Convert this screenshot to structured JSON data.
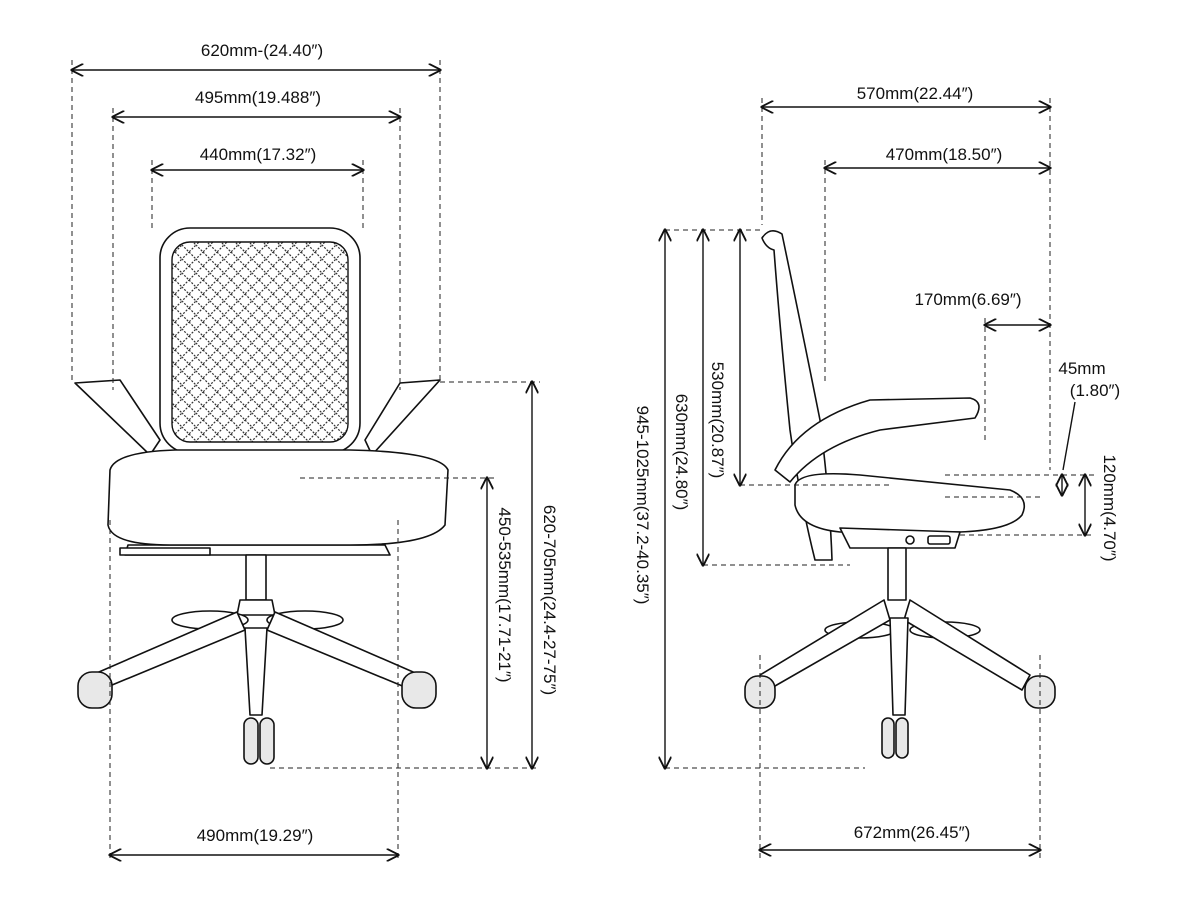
{
  "title": "Office chair dimensions",
  "front_view": {
    "overall_width": "620mm-(24.40″)",
    "arm_width": "495mm(19.488″)",
    "back_width": "440mm(17.32″)",
    "arm_height": "620-705mm(24.4-27-75″)",
    "seat_height": "450-535mm(17.71-21″)",
    "base_width": "490mm(19.29″)"
  },
  "side_view": {
    "overall_depth": "570mm(22.44″)",
    "seat_depth": "470mm(18.50″)",
    "arm_offset": "170mm(6.69″)",
    "seat_thickness_mm": "45mm",
    "seat_thickness_in": "(1.80″)",
    "arm_above_seat": "120mm(4.70″)",
    "back_height": "530mm(20.87″)",
    "back_total": "630mm(24.80″)",
    "overall_height": "945-1025mm(37.2-40.35″)",
    "base_depth": "672mm(26.45″)"
  }
}
